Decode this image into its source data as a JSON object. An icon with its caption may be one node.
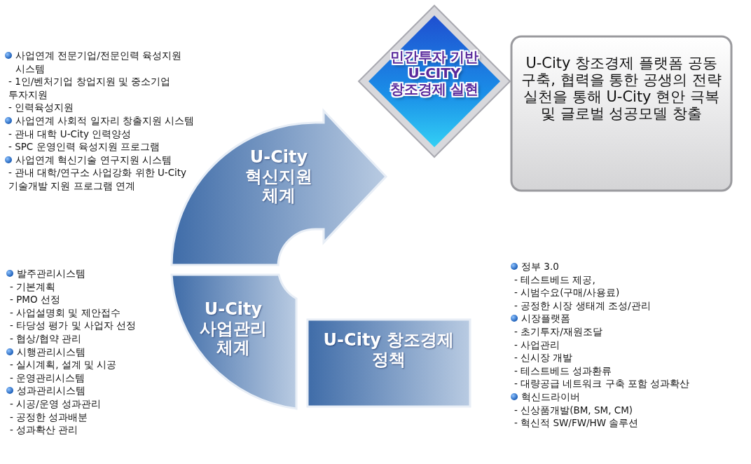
{
  "diagram": {
    "nodes": [
      {
        "text": [
          "민간투자 기반 U-CITY 창조경제 실현"
        ]
      },
      {
        "text": [
          "U-City 창조경제 플랫폼 공동 구축, 협력을 통한 공생의 전략 실천을 통해 U-City 현안 극복 및 글로벌 성공모델 창출"
        ]
      },
      {
        "text": [
          "U-City 혁신지원 체계"
        ]
      },
      {
        "text": [
          "U-City 사업관리 체계"
        ]
      },
      {
        "text": [
          "U-City 창조경제 정책"
        ]
      }
    ],
    "labels": [
      "사업연계 전문기업/전문인력 육성지원 시스템",
      "- 1인/벤처기업 창업지원 및 중소기업 투자지원",
      "- 인력육성지원",
      "사업연계 사회적 일자리 창출지원 시스템",
      "- 관내 대학 U-City 인력양성",
      "- SPC 운영인력 육성지원 프로그램",
      "사업연계 혁신기술 연구지원 시스템",
      "- 관내 대학/연구소 사업강화 위한 U-City 기술개발 지원 프로그램 연계",
      "발주관리시스템",
      "- 기본계획",
      "- PMO 선정",
      "- 사업설명회 및 제안접수",
      "- 타당성 평가 및 사업자 선정",
      "- 협상/협약 관리",
      "시행관리시스템",
      "- 실시계획, 설계 및 시공",
      "- 운영관리시스템",
      "성과관리시스템",
      "- 시공/운영 성과관리",
      "- 공정한 성과배분",
      "- 성과확산 관리",
      "정부 3.0",
      "- 테스트베드 제공,",
      "- 시범수요(구매/사용료)",
      "- 공정한 시장 생태계 조성/관리",
      "시장플랫폼",
      "- 초기투자/재원조달",
      "- 사업관리",
      "- 신시장 개발",
      "- 테스트베드 성과환류",
      "- 대량공급 네트워크 구축 포함 성과확산",
      "혁신드라이버",
      "- 신상품개발(BM, SM, CM)",
      "- 혁신적 SW/FW/HW 솔루션"
    ]
  }
}
